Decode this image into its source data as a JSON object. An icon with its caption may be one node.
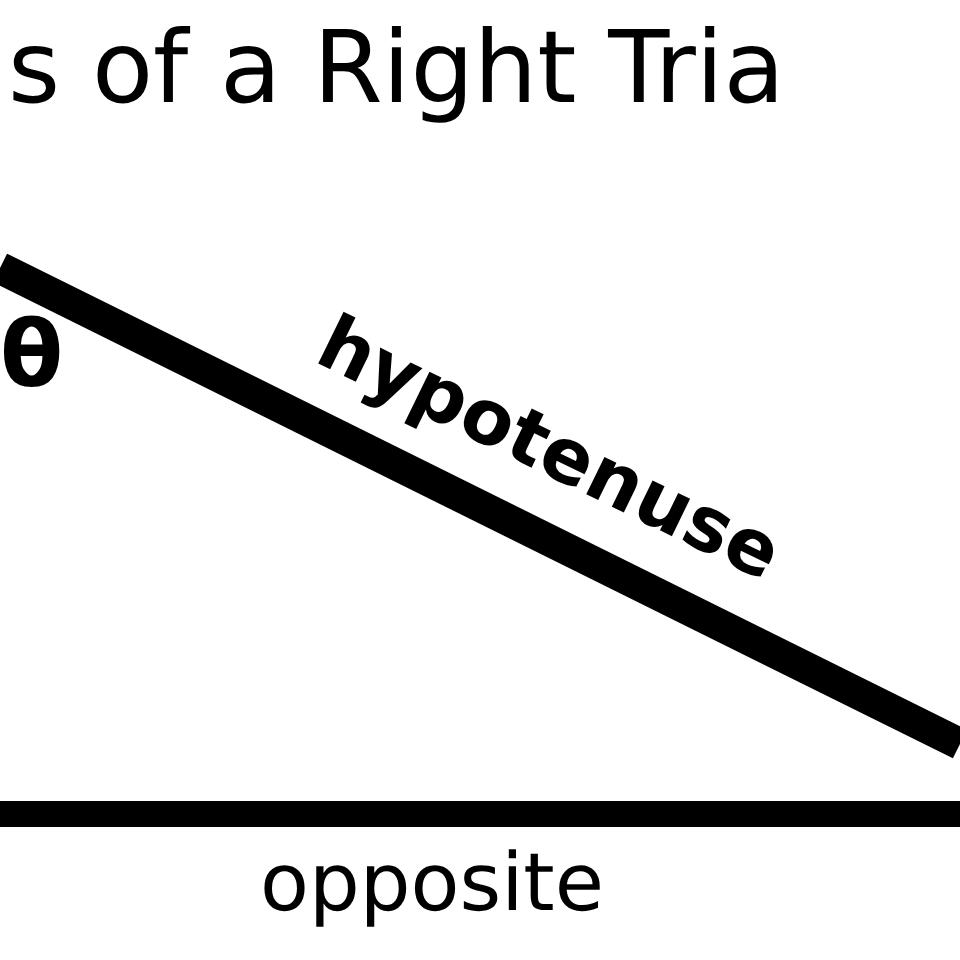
{
  "diagram": {
    "title": "s of a Right Tria",
    "labels": [
      "θ",
      "hypotenuse",
      "opposite"
    ]
  }
}
